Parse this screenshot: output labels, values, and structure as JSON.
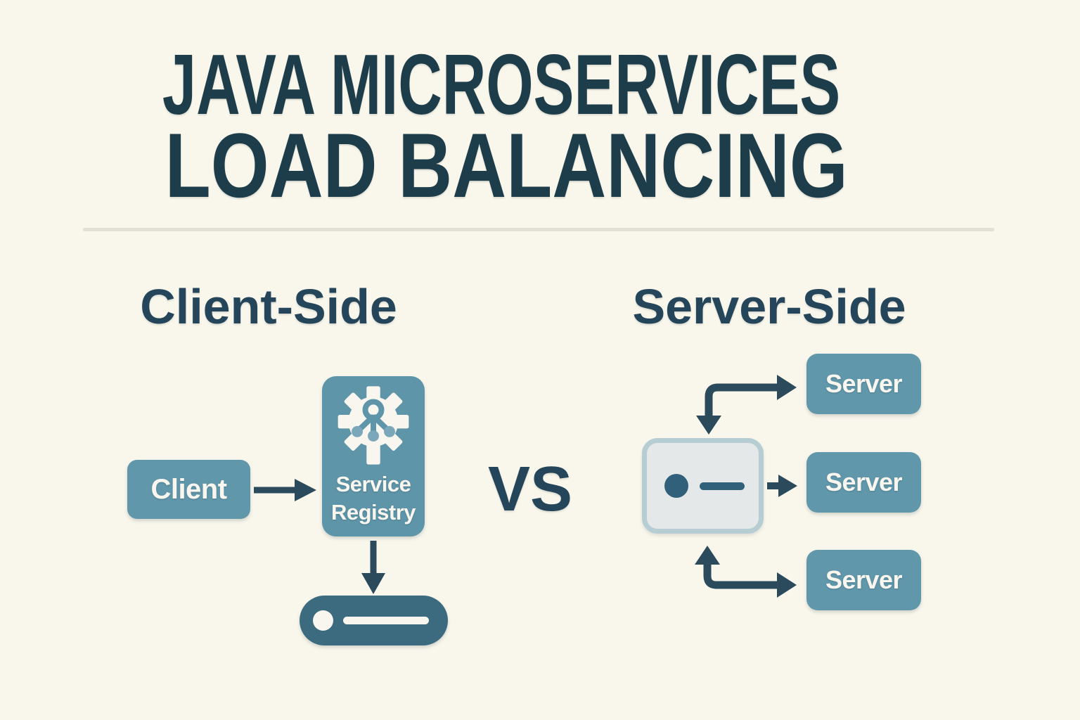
{
  "header": {
    "title_line1": "JAVA MICROSERVICES",
    "title_line2": "LOAD BALANCING"
  },
  "client_side": {
    "heading": "Client-Side",
    "client_label": "Client",
    "registry_label": "Service Registry",
    "registry_icon": "gear-service-discovery-icon",
    "instance_icon": "load-balancer-pill-icon"
  },
  "server_side": {
    "heading": "Server-Side",
    "balancer_icon": "load-balancer-box-icon",
    "server_labels": [
      "Server",
      "Server",
      "Server"
    ]
  },
  "comparison": {
    "vs_label": "VS"
  },
  "colors": {
    "background": "#f9f7ec",
    "title_text": "#1e3d4b",
    "heading_text": "#24455a",
    "box_teal": "#6097ab",
    "registry_teal": "#5e95a9",
    "pill_dark_teal": "#3c6b80",
    "arrow_dark": "#2b4a5c",
    "label_white": "#f8f6ee",
    "balancer_border": "#b6cdd4",
    "balancer_fill": "#e4e8e9",
    "balancer_glyph": "#30607a",
    "divider": "#e2e1d8"
  }
}
